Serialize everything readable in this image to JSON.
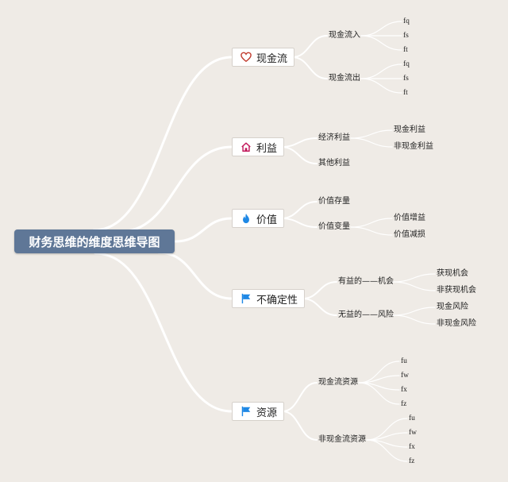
{
  "root": {
    "label": "财务思维的维度思维导图"
  },
  "branches": [
    {
      "label": "现金流",
      "icon": "heart-icon",
      "children": [
        {
          "label": "现金流入",
          "children": [
            "fq",
            "fs",
            "ft"
          ]
        },
        {
          "label": "现金流出",
          "children": [
            "fq",
            "fs",
            "ft"
          ]
        }
      ]
    },
    {
      "label": "利益",
      "icon": "home-icon",
      "children": [
        {
          "label": "经济利益",
          "children": [
            "现金利益",
            "非现金利益"
          ]
        },
        {
          "label": "其他利益",
          "children": []
        }
      ]
    },
    {
      "label": "价值",
      "icon": "flame-icon",
      "children": [
        {
          "label": "价值存量",
          "children": []
        },
        {
          "label": "价值变量",
          "children": [
            "价值增益",
            "价值减损"
          ]
        }
      ]
    },
    {
      "label": "不确定性",
      "icon": "flag-icon",
      "children": [
        {
          "label": "有益的——机会",
          "children": [
            "获现机会",
            "非获现机会"
          ]
        },
        {
          "label": "无益的——风险",
          "children": [
            "现金风险",
            "非现金风险"
          ]
        }
      ]
    },
    {
      "label": "资源",
      "icon": "flag-icon",
      "children": [
        {
          "label": "现金流资源",
          "children": [
            "fu",
            "fw",
            "fx",
            "fz"
          ]
        },
        {
          "label": "非现金流资源",
          "children": [
            "fu",
            "fw",
            "fx",
            "fz"
          ]
        }
      ]
    }
  ],
  "colors": {
    "background": "#efebe6",
    "root_fill": "#5f7797",
    "connector": "#ffffff",
    "heart_icon": "#c0392b",
    "home_icon": "#c2185b",
    "flame_icon": "#1e88e5",
    "flag_icon": "#1e88e5"
  }
}
